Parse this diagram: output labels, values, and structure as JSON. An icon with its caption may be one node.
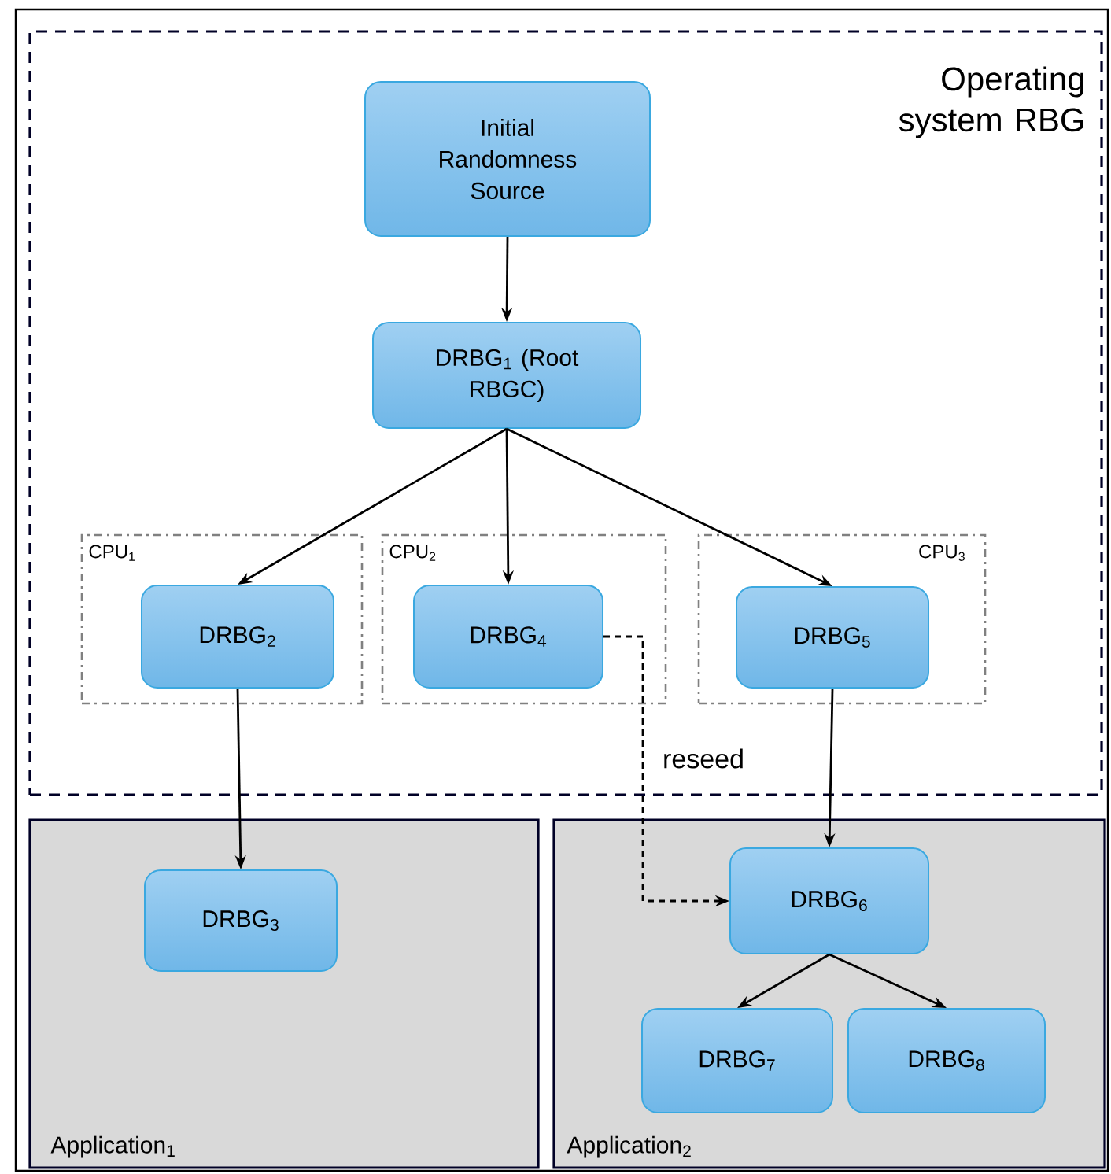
{
  "diagram": {
    "nodes": [
      {
        "text": [
          "Operating system RBG"
        ]
      },
      {
        "text": [
          "Initial Randomness Source"
        ],
        "in": 0
      },
      {
        "text": [
          "DRBG$_{1}$ (Root RBGC)"
        ],
        "in": 0
      },
      {
        "text": [
          "CPU$_{1}$"
        ],
        "in": 0
      },
      {
        "text": [
          "DRBG$_{2}$"
        ],
        "in": 3
      },
      {
        "text": [
          "CPU$_{2}$"
        ],
        "in": 0
      },
      {
        "text": [
          "DRBG$_{4}$"
        ],
        "in": 5
      },
      {
        "text": [
          "CPU$_{3}$"
        ],
        "in": 0
      },
      {
        "text": [
          "DRBG$_{5}$"
        ],
        "in": 7
      },
      {
        "text": [
          "Application$_{1}$"
        ]
      },
      {
        "text": [
          "DRBG$_{3}$"
        ],
        "in": 9
      },
      {
        "text": [
          "Application$_{2}$"
        ]
      },
      {
        "text": [
          "DRBG$_{6}$"
        ],
        "in": 11
      },
      {
        "text": [
          "DRBG$_{7}$"
        ],
        "in": 11
      },
      {
        "text": [
          "DRBG$_{8}$"
        ],
        "in": 11
      }
    ],
    "edges": [
      {
        "from": 1,
        "to": 2,
        "arrow": "to"
      },
      {
        "from": 2,
        "to": 4,
        "arrow": "to"
      },
      {
        "from": 2,
        "to": 6,
        "arrow": "to"
      },
      {
        "from": 2,
        "to": 8,
        "arrow": "to"
      },
      {
        "from": 4,
        "to": 10,
        "arrow": "to"
      },
      {
        "from": 6,
        "to": 12,
        "arrow": "to",
        "label": "reseed",
        "style": "dashed"
      },
      {
        "from": 8,
        "to": 12,
        "arrow": "to"
      },
      {
        "from": 12,
        "to": 13,
        "arrow": "to"
      },
      {
        "from": 12,
        "to": 14,
        "arrow": "to"
      }
    ]
  }
}
